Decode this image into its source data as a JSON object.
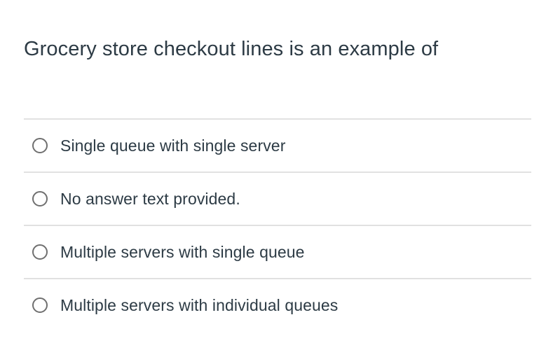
{
  "question": {
    "title": "Grocery store checkout lines is an example of"
  },
  "options": [
    {
      "label": "Single queue with single server",
      "selected": false
    },
    {
      "label": "No answer text provided.",
      "selected": false
    },
    {
      "label": "Multiple servers with single queue",
      "selected": false
    },
    {
      "label": "Multiple servers with individual queues",
      "selected": false
    }
  ],
  "colors": {
    "background": "#ffffff",
    "text": "#2d3b45",
    "divider": "#e1e1e1",
    "radio_border": "#6f6f6f"
  }
}
